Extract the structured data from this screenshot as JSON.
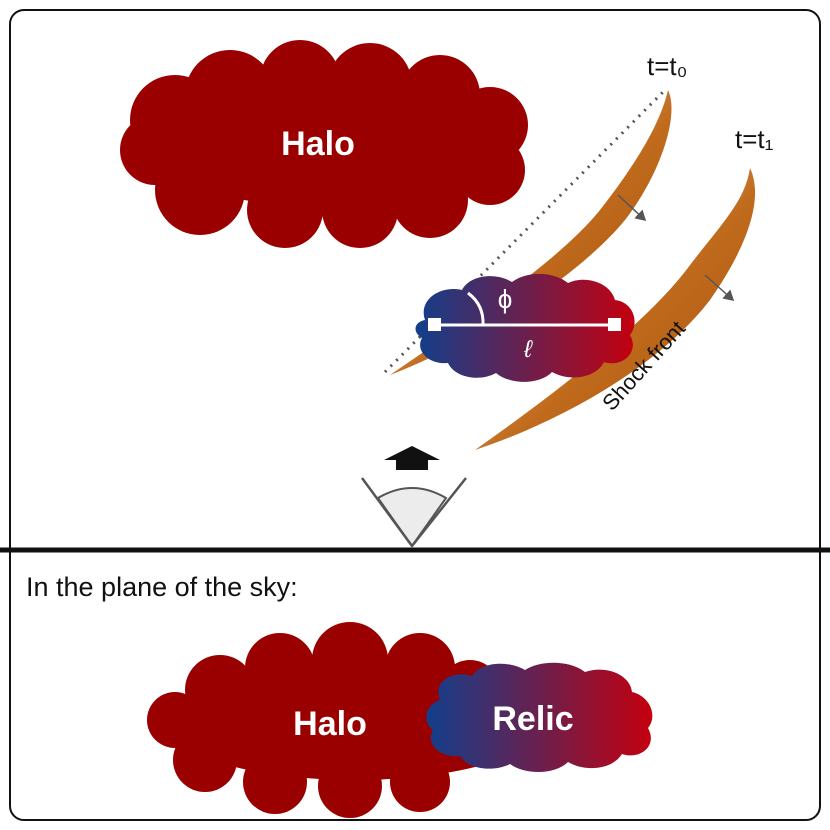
{
  "top_panel": {
    "halo_label": "Halo",
    "time_label_t0": "t=t₀",
    "time_label_t1": "t=t₁",
    "angle_label": "ϕ",
    "length_label": "ℓ",
    "shock_front_label": "Shock front"
  },
  "bottom_panel": {
    "title": "In the plane of the sky:",
    "halo_label": "Halo",
    "relic_label": "Relic"
  },
  "colors": {
    "halo": "#9a0000",
    "relic_start": "#123f8c",
    "relic_end": "#c4000f",
    "shock_dark": "#b05a10",
    "shock_light": "#f6dcc0",
    "frame": "#111111"
  }
}
